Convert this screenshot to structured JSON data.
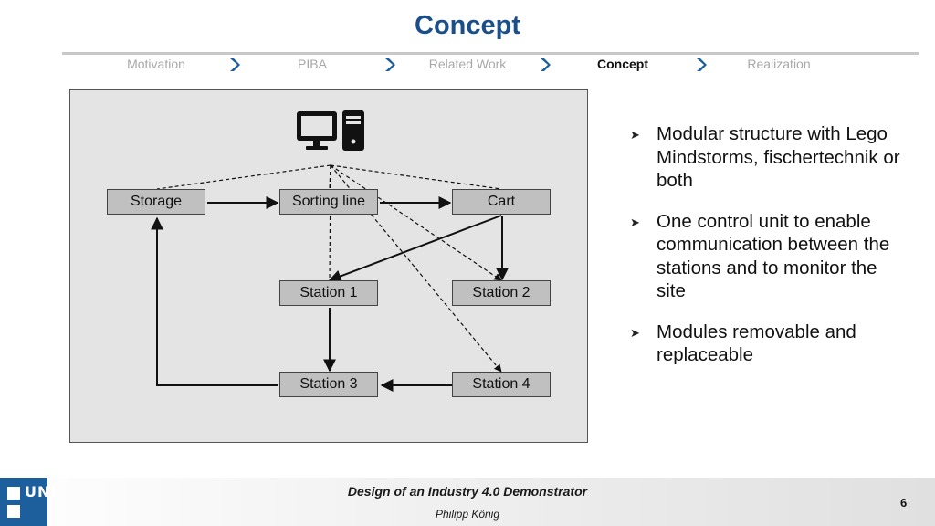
{
  "slide": {
    "title": "Concept"
  },
  "nav": {
    "items": [
      {
        "label": "Motivation",
        "active": false
      },
      {
        "label": "PIBA",
        "active": false
      },
      {
        "label": "Related Work",
        "active": false
      },
      {
        "label": "Concept",
        "active": true
      },
      {
        "label": "Realization",
        "active": false
      }
    ],
    "chevron_color": "#1d5f9c"
  },
  "diagram": {
    "control_icon": "computer-tower-icon",
    "nodes": {
      "storage": "Storage",
      "sorting_line": "Sorting line",
      "cart": "Cart",
      "station1": "Station 1",
      "station2": "Station 2",
      "station3": "Station 3",
      "station4": "Station 4"
    }
  },
  "bullets": [
    "Modular structure with Lego Mindstorms, fischertechnik or both",
    "One control unit to enable communication between the stations and to monitor the site",
    "Modules removable and replaceable"
  ],
  "footer": {
    "logo_text": "UNI",
    "title": "Design of an Industry 4.0 Demonstrator",
    "author": "Philipp König",
    "page": "6"
  },
  "colors": {
    "title": "#1b4f8a",
    "logo": "#1d5f9c"
  }
}
